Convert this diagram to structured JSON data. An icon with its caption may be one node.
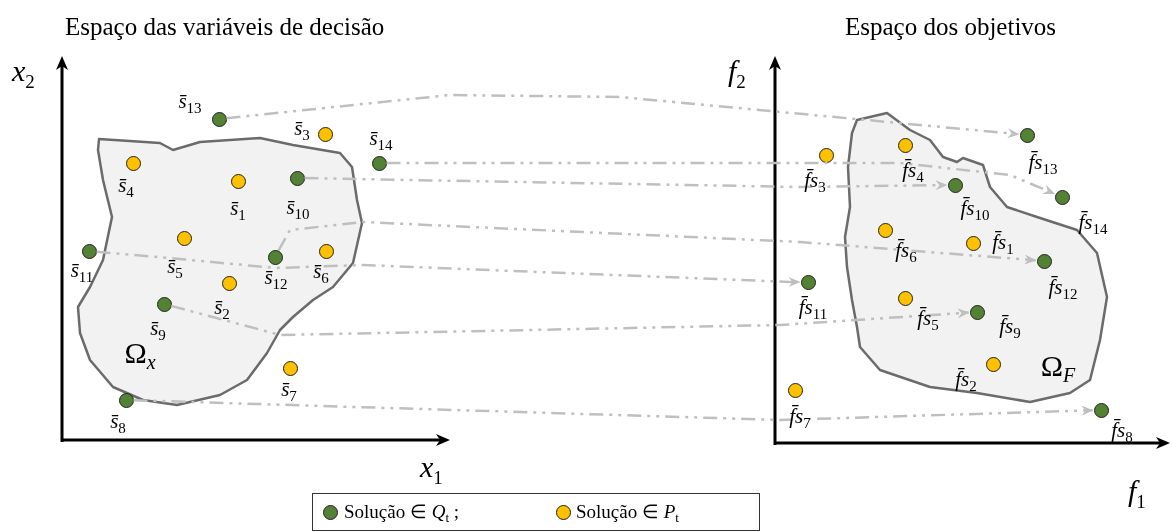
{
  "diagram": {
    "nodes": [
      {
        "text": [
          "Ω$_{x}$"
        ]
      },
      {
        "text": [
          "s̄$_{13}$"
        ]
      },
      {
        "text": [
          "s̄$_{3}$"
        ]
      },
      {
        "text": [
          "s̄$_{14}$"
        ]
      },
      {
        "text": [
          "s̄$_{4}$"
        ],
        "in": 0
      },
      {
        "text": [
          "s̄$_{1}$"
        ],
        "in": 0
      },
      {
        "text": [
          "s̄$_{10}$"
        ],
        "in": 0
      },
      {
        "text": [
          "s̄$_{5}$"
        ],
        "in": 0
      },
      {
        "text": [
          "s̄$_{11}$"
        ]
      },
      {
        "text": [
          "s̄$_{12}$"
        ],
        "in": 0
      },
      {
        "text": [
          "s̄$_{6}$"
        ],
        "in": 0
      },
      {
        "text": [
          "s̄$_{2}$"
        ],
        "in": 0
      },
      {
        "text": [
          "s̄$_{9}$"
        ],
        "in": 0
      },
      {
        "text": [
          "s̄$_{7}$"
        ]
      },
      {
        "text": [
          "s̄$_{8}$"
        ]
      },
      {
        "text": [
          "Ω$_{F}$"
        ]
      },
      {
        "text": [
          "f̄s$_{13}$"
        ]
      },
      {
        "text": [
          "f̄s$_{3}$"
        ]
      },
      {
        "text": [
          "f̄s$_{4}$"
        ],
        "in": 15
      },
      {
        "text": [
          "f̄s$_{10}$"
        ],
        "in": 15
      },
      {
        "text": [
          "f̄s$_{14}$"
        ]
      },
      {
        "text": [
          "f̄s$_{6}$"
        ],
        "in": 15
      },
      {
        "text": [
          "f̄s$_{1}$"
        ],
        "in": 15
      },
      {
        "text": [
          "f̄s$_{12}$"
        ],
        "in": 15
      },
      {
        "text": [
          "f̄s$_{11}$"
        ]
      },
      {
        "text": [
          "f̄s$_{5}$"
        ],
        "in": 15
      },
      {
        "text": [
          "f̄s$_{9}$"
        ],
        "in": 15
      },
      {
        "text": [
          "f̄s$_{2}$"
        ],
        "in": 15
      },
      {
        "text": [
          "f̄s$_{7}$"
        ]
      },
      {
        "text": [
          "f̄s$_{8}$"
        ]
      }
    ],
    "edges": [
      {
        "from": 1,
        "to": 16,
        "arrow": "to",
        "style": "dashed"
      },
      {
        "from": 3,
        "to": 20,
        "arrow": "to",
        "style": "dashed"
      },
      {
        "from": 6,
        "to": 19,
        "arrow": "to",
        "style": "dashed"
      },
      {
        "from": 9,
        "to": 23,
        "arrow": "to",
        "style": "dashed"
      },
      {
        "from": 8,
        "to": 24,
        "arrow": "to",
        "style": "dashed"
      },
      {
        "from": 12,
        "to": 26,
        "arrow": "to",
        "style": "dashed"
      },
      {
        "from": 14,
        "to": 29,
        "arrow": "to",
        "style": "dashed"
      }
    ],
    "labels": [
      "Espaço das variáveis de decisão",
      "Espaço dos objetivos",
      "x$_{2}$",
      "f$_{2}$",
      "x$_{1}$",
      "f$_{1}$"
    ],
    "legend": [
      {
        "text": "Solução ∈ *Q*$_{t}$ ;",
        "color": "#548235"
      },
      {
        "text": "Solução ∈ *P*$_{t}$",
        "color": "#ffc000"
      }
    ]
  }
}
